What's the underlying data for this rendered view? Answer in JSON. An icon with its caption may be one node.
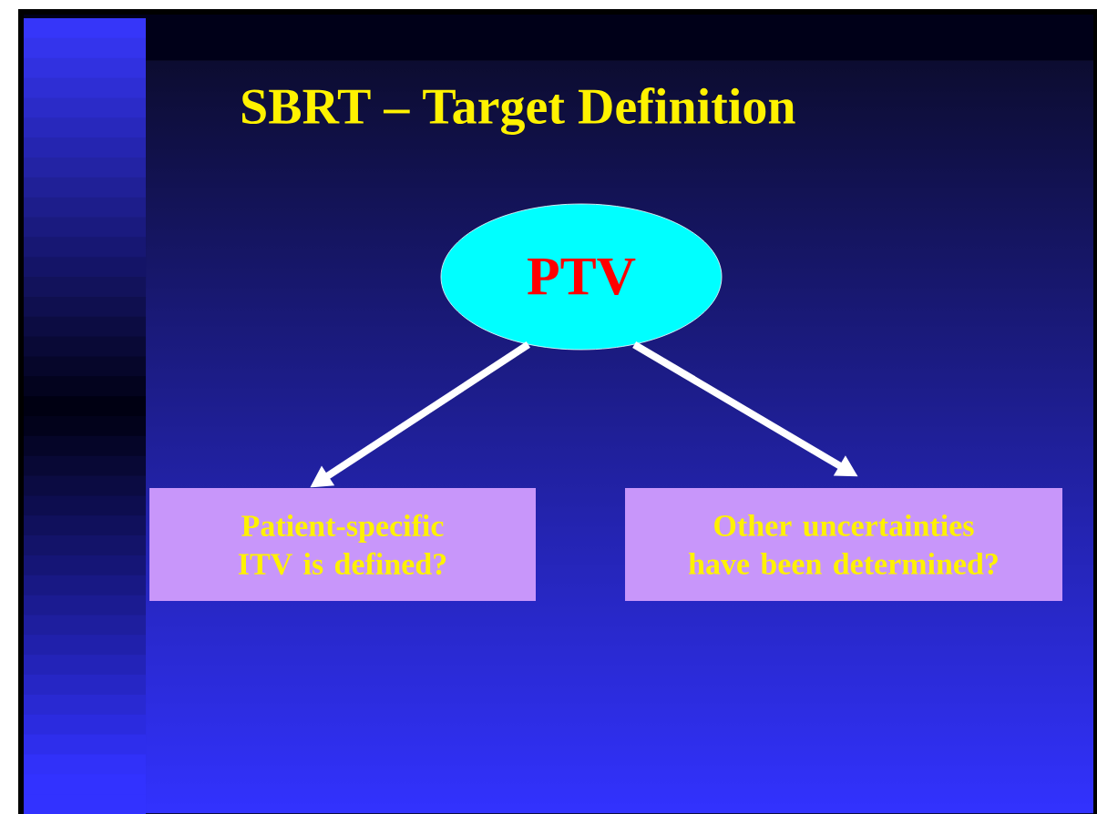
{
  "diagram": {
    "title": "SBRT – Target Definition",
    "nodes": [
      {
        "text": [
          "PTV"
        ]
      },
      {
        "text": [
          "Patient-specific ITV is defined?"
        ]
      },
      {
        "text": [
          "Other uncertainties have been determined?"
        ]
      }
    ],
    "edges": [
      {
        "from": 0,
        "to": 1,
        "arrow": "to"
      },
      {
        "from": 0,
        "to": 2,
        "arrow": "to"
      }
    ]
  }
}
